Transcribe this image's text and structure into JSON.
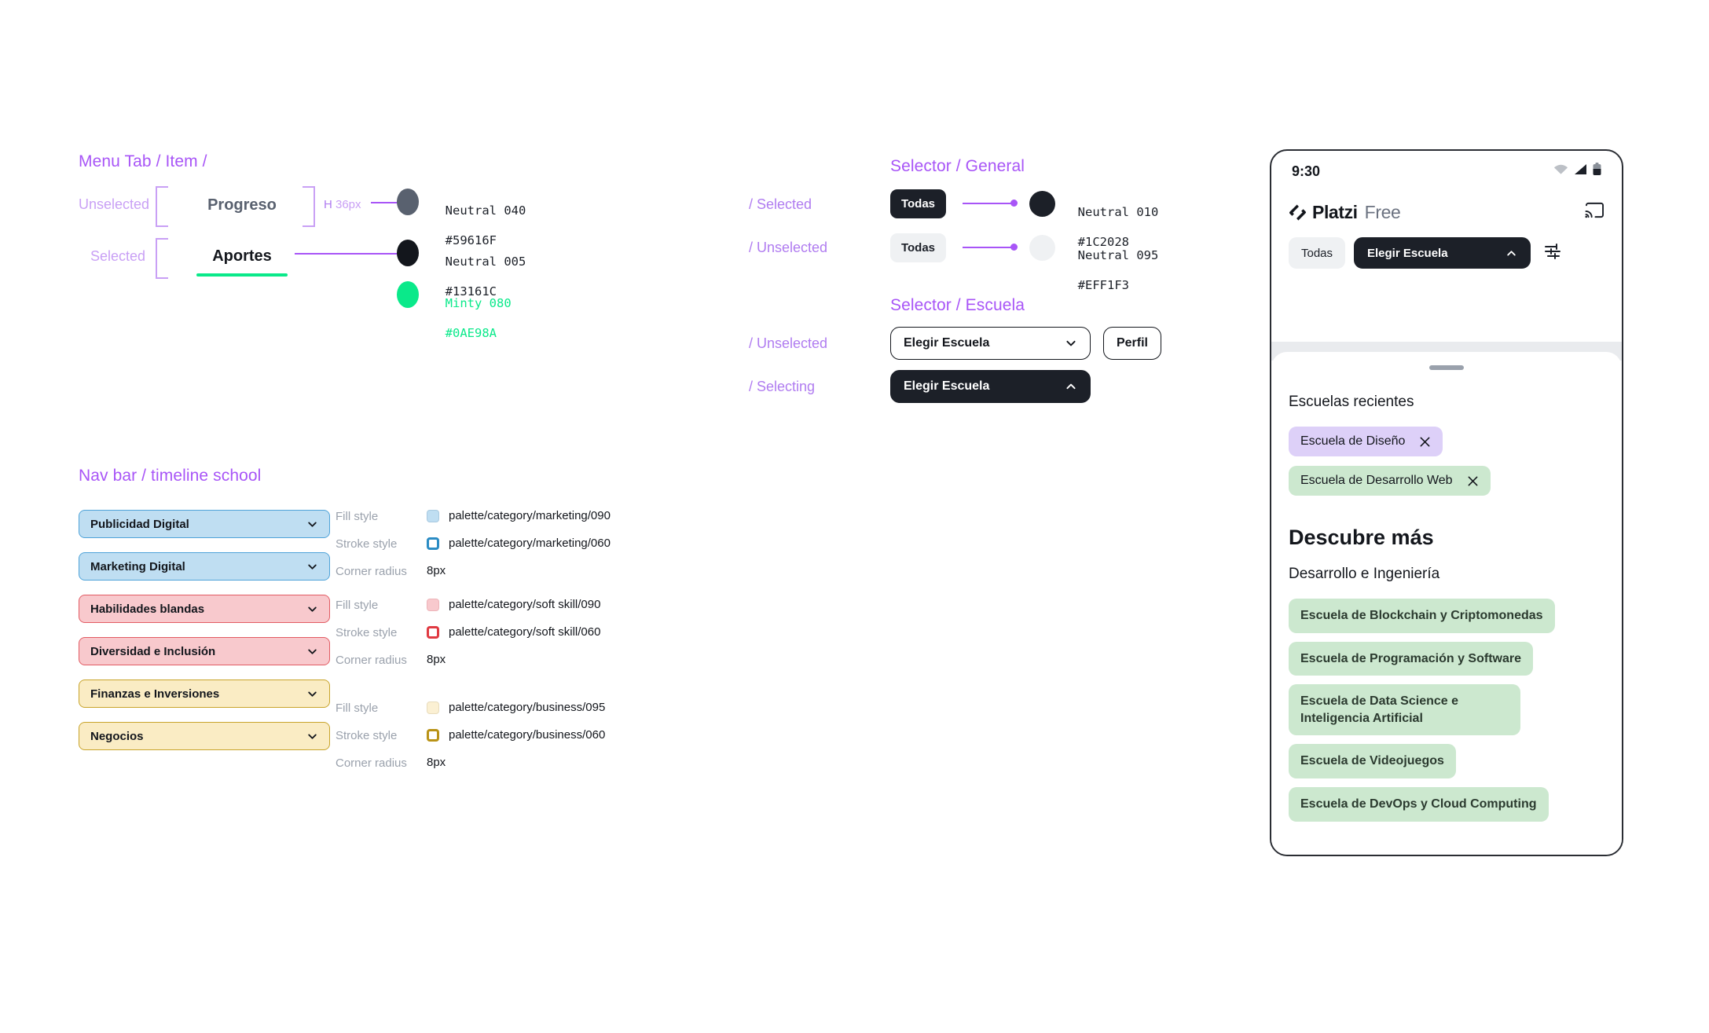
{
  "menu_tab": {
    "title": "Menu Tab / Item /",
    "rows": [
      {
        "state": "Unselected",
        "label": "Progreso",
        "annotation_h": "H",
        "annotation_px": "36px"
      },
      {
        "state": "Selected",
        "label": "Aportes"
      }
    ],
    "tokens": [
      {
        "name": "Neutral 040",
        "hex": "#59616F",
        "swatch": "#59616F",
        "caption_color": "dark"
      },
      {
        "name": "Neutral 005",
        "hex": "#13161C",
        "swatch": "#13161C",
        "caption_color": "dark"
      },
      {
        "name": "Minty 080",
        "hex": "#0AE98A",
        "swatch": "#0AE98A",
        "caption_color": "mint"
      }
    ]
  },
  "selector_general": {
    "title": "Selector / General",
    "rows": [
      {
        "state": "/ Selected",
        "button_label": "Todas",
        "token_name": "Neutral 010",
        "token_hex": "#1C2028",
        "swatch": "#1C2028"
      },
      {
        "state": "/ Unselected",
        "button_label": "Todas",
        "token_name": "Neutral 095",
        "token_hex": "#EFF1F3",
        "swatch": "#EFF1F3"
      }
    ]
  },
  "selector_escuela": {
    "title": "Selector / Escuela",
    "rows": [
      {
        "state": "/ Unselected",
        "label": "Elegir Escuela",
        "icon": "chevron-down-icon",
        "extra_button": "Perfil"
      },
      {
        "state": "/ Selecting",
        "label": "Elegir Escuela",
        "icon": "chevron-up-icon"
      }
    ]
  },
  "navbar": {
    "title": "Nav bar / timeline school",
    "items": [
      {
        "label": "Publicidad Digital",
        "fill": "#BFDEF2",
        "stroke": "#4FA3D9",
        "category": "marketing"
      },
      {
        "label": "Marketing Digital",
        "fill": "#BFDEF2",
        "stroke": "#4FA3D9",
        "category": "marketing"
      },
      {
        "label": "Habilidades blandas",
        "fill": "#F8C9CD",
        "stroke": "#E25B63",
        "category": "soft skill"
      },
      {
        "label": "Diversidad e Inclusión",
        "fill": "#F8C9CD",
        "stroke": "#E25B63",
        "category": "soft skill"
      },
      {
        "label": "Finanzas e Inversiones",
        "fill": "#FAECC4",
        "stroke": "#C8A42B",
        "category": "business"
      },
      {
        "label": "Negocios",
        "fill": "#FAECC4",
        "stroke": "#C8A42B",
        "category": "business"
      }
    ],
    "spec_groups": [
      {
        "rows": [
          {
            "key": "Fill style",
            "value": "palette/category/marketing/090",
            "swatch": "#BFDEF2",
            "swatch_type": "fill"
          },
          {
            "key": "Stroke style",
            "value": "palette/category/marketing/060",
            "swatch": "#2B8CC4",
            "swatch_type": "stroke"
          },
          {
            "key": "Corner radius",
            "value": "8px",
            "swatch_type": "none"
          }
        ]
      },
      {
        "rows": [
          {
            "key": "Fill style",
            "value": "palette/category/soft skill/090",
            "swatch": "#F8C9CD",
            "swatch_type": "fill"
          },
          {
            "key": "Stroke style",
            "value": "palette/category/soft skill/060",
            "swatch": "#E03A42",
            "swatch_type": "stroke"
          },
          {
            "key": "Corner radius",
            "value": "8px",
            "swatch_type": "none"
          }
        ]
      },
      {
        "rows": [
          {
            "key": "Fill style",
            "value": "palette/category/business/095",
            "swatch": "#FBF0D3",
            "swatch_type": "fill"
          },
          {
            "key": "Stroke style",
            "value": "palette/category/business/060",
            "swatch": "#B99317",
            "swatch_type": "stroke"
          },
          {
            "key": "Corner radius",
            "value": "8px",
            "swatch_type": "none"
          }
        ]
      }
    ]
  },
  "phone": {
    "status": {
      "time": "9:30",
      "icons": [
        "wifi-icon",
        "cellular-signal-icon",
        "battery-icon"
      ]
    },
    "header": {
      "brand": "Platzi",
      "brand_suffix": "Free",
      "cast_icon": "cast-icon",
      "filter_icon": "filter-sliders-icon",
      "chip_todas": "Todas",
      "selector_label": "Elegir Escuela",
      "selector_icon": "chevron-up-icon"
    },
    "sheet": {
      "recent_title": "Escuelas recientes",
      "recent_chips": [
        {
          "label": "Escuela de Diseño",
          "color": "purple"
        },
        {
          "label": "Escuela de Desarrollo Web",
          "color": "green"
        }
      ],
      "discover_title": "Descubre más",
      "category_title": "Desarrollo e Ingeniería",
      "schools": [
        "Escuela de Blockchain y Criptomonedas",
        "Escuela de Programación y Software",
        "Escuela de Data Science e Inteligencia Artificial",
        "Escuela de Videojuegos",
        "Escuela de DevOps y Cloud Computing"
      ]
    }
  },
  "colors": {
    "accent_purple": "#A855F7",
    "accent_purple_light": "#C9A0F5",
    "mint": "#0AE98A",
    "neutral_005": "#13161C",
    "neutral_010": "#1C2028",
    "neutral_040": "#59616F",
    "neutral_095": "#EFF1F3"
  }
}
